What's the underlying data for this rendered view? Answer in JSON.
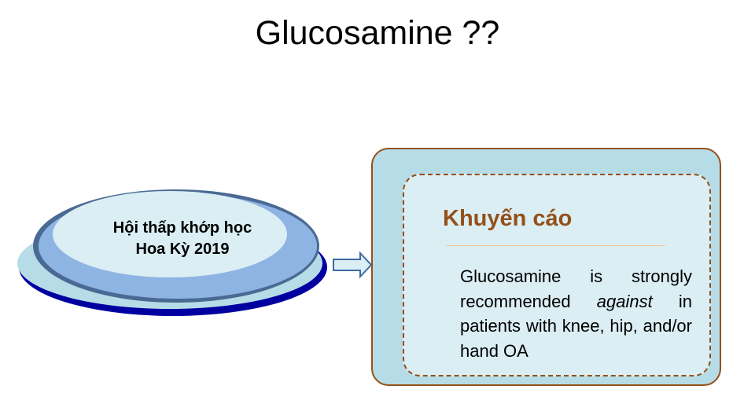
{
  "slide": {
    "title": "Glucosamine ??",
    "source": {
      "line1": "Hội thấp khớp học",
      "line2": "Hoa Kỳ 2019"
    },
    "recommendation": {
      "heading": "Khuyến cáo",
      "body_before": "Glucosamine is strongly recommended ",
      "body_emphasis": "against",
      "body_after": " in patients with knee, hip, and/or hand OA"
    },
    "colors": {
      "accent": "#94501a",
      "box_outer": "#b6dce7",
      "box_inner": "#dbeef4",
      "oval": "#8eb4e3"
    }
  }
}
